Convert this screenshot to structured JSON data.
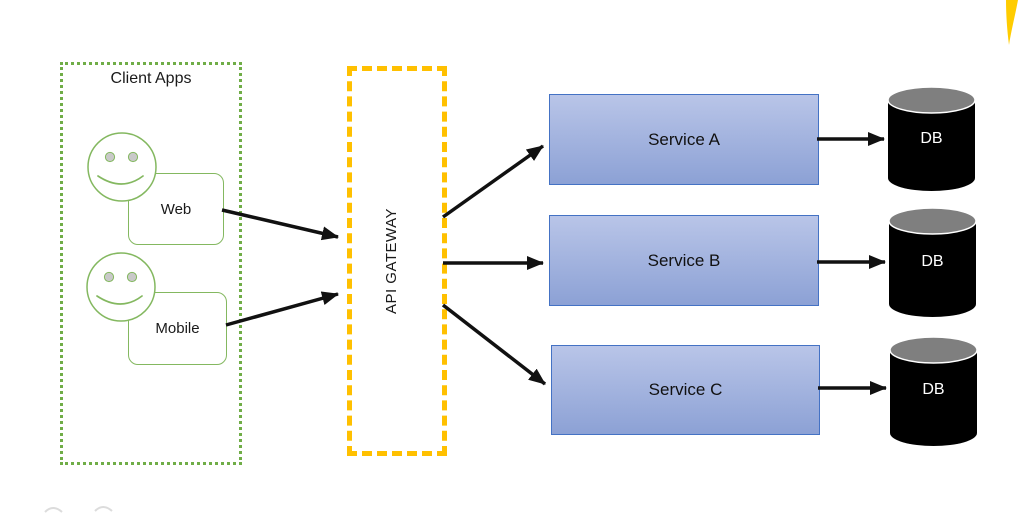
{
  "diagram": {
    "title": "Client Apps",
    "client": {
      "title": "Client Apps",
      "items": [
        {
          "label": "Web"
        },
        {
          "label": "Mobile"
        }
      ]
    },
    "gateway": {
      "label": "API GATEWAY"
    },
    "services": [
      {
        "label": "Service A"
      },
      {
        "label": "Service B"
      },
      {
        "label": "Service C"
      }
    ],
    "databases": [
      {
        "label": "DB"
      },
      {
        "label": "DB"
      },
      {
        "label": "DB"
      }
    ],
    "colors": {
      "client_border_green": "#70AD47",
      "smiley_green": "#84b860",
      "gateway_gold": "#FFC000",
      "service_fill_top": "#b9c5e8",
      "service_fill_bottom": "#8ca1d5",
      "service_border": "#4472c4",
      "arrow_black": "#111111",
      "db_body": "#000000",
      "db_top_gray": "#7f7f7f",
      "corner_accent_yellow": "#FFCC00"
    }
  }
}
